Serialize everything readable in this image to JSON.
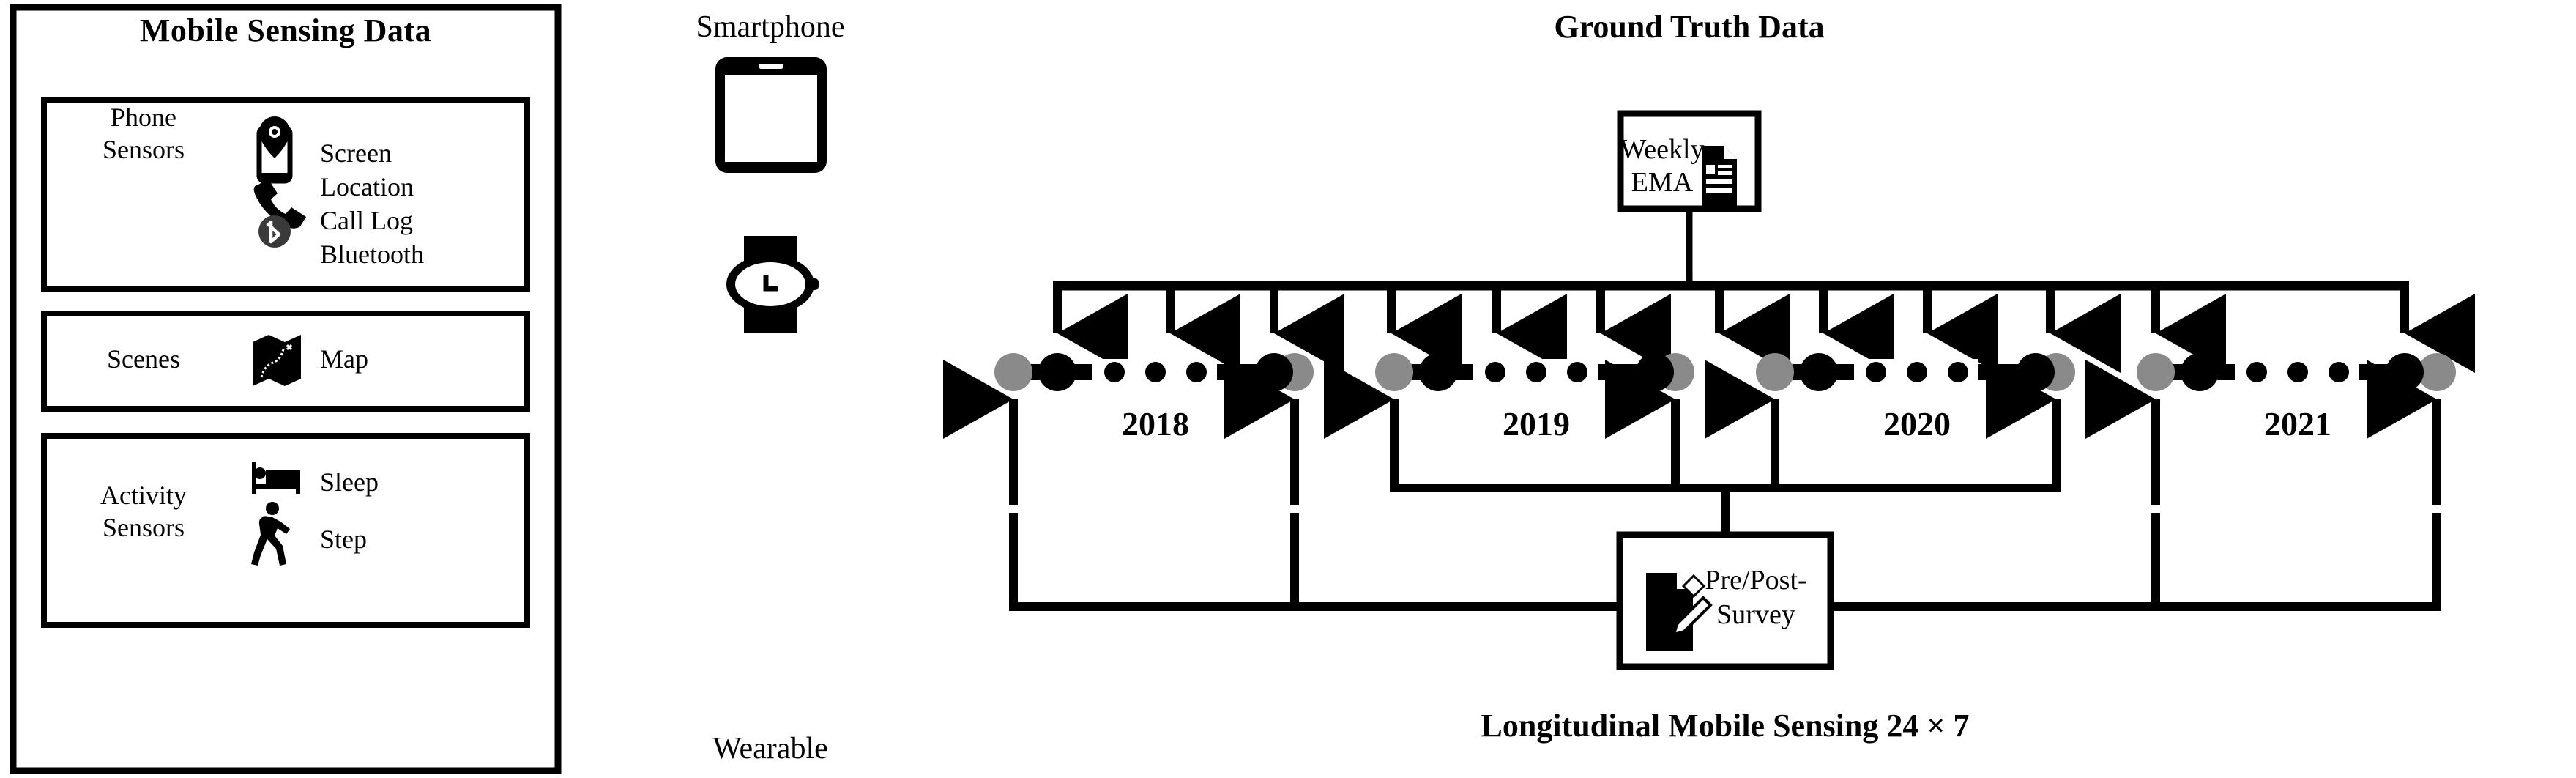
{
  "figure": {
    "type": "diagram",
    "subject": "Longitudinal mobile sensing study design"
  },
  "panels": {
    "mobile_sensing": {
      "title": "Mobile Sensing Data",
      "groups": [
        {
          "group_label": "Phone\nSensors",
          "group_label_line1": "Phone",
          "group_label_line2": "Sensors",
          "items": [
            {
              "icon": "smartphone-screen-icon",
              "label": "Screen"
            },
            {
              "icon": "location-pin-icon",
              "label": "Location"
            },
            {
              "icon": "phone-call-icon",
              "label": "Call Log"
            },
            {
              "icon": "bluetooth-icon",
              "label": "Bluetooth"
            }
          ]
        },
        {
          "group_label": "Scenes",
          "group_label_line1": "Scenes",
          "group_label_line2": "",
          "items": [
            {
              "icon": "folded-map-icon",
              "label": "Map"
            }
          ]
        },
        {
          "group_label": "Activity\nSensors",
          "group_label_line1": "Activity",
          "group_label_line2": "Sensors",
          "items": [
            {
              "icon": "bed-sleep-icon",
              "label": "Sleep"
            },
            {
              "icon": "walking-person-icon",
              "label": "Step"
            }
          ]
        }
      ]
    },
    "devices": {
      "top_label": "Smartphone",
      "top_icon": "smartphone-device-icon",
      "bottom_label": "Wearable",
      "bottom_icon": "smartwatch-device-icon",
      "watch_face_glyph": "L"
    },
    "ground_truth": {
      "title": "Ground Truth Data",
      "ema_box": {
        "label_line1": "Weekly",
        "label_line2": "EMA",
        "icon": "document-lines-icon"
      },
      "survey_box": {
        "label_line1": "Pre/Post-",
        "label_line2": "Survey",
        "icon": "document-pencil-icon"
      },
      "timeline": {
        "years": [
          "2018",
          "2019",
          "2020",
          "2021"
        ],
        "ellipsis_dots_per_year": 3,
        "node_colors": {
          "term_marker": "#000000",
          "boundary_marker": "#8a8a8a"
        },
        "down_arrow_count_per_year": 3,
        "up_arrow_count_per_year": 2
      },
      "caption": "Longitudinal Mobile Sensing 24 × 7"
    }
  },
  "colors": {
    "ink": "#000000",
    "gray_node": "#8a8a8a",
    "background": "#ffffff"
  }
}
